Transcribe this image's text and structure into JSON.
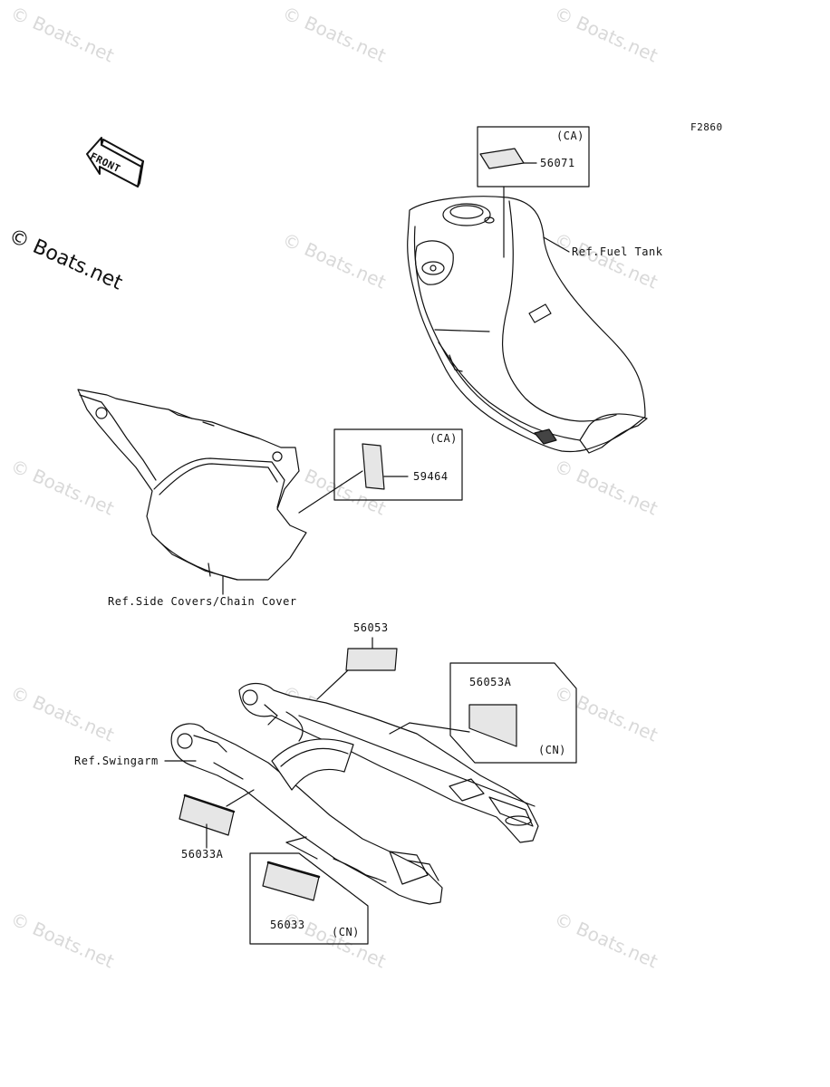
{
  "figure_code": "F2860",
  "front_arrow_label": "FRONT",
  "watermark_text": "© Boats.net",
  "fuel_tank": {
    "ref_label": "Ref.Fuel Tank",
    "part_number": "56071",
    "region": "(CA)"
  },
  "side_cover": {
    "ref_label": "Ref.Side Covers/Chain Cover",
    "part_number": "59464",
    "region": "(CA)"
  },
  "swingarm": {
    "ref_label": "Ref.Swingarm",
    "parts": [
      {
        "part_number": "56053"
      },
      {
        "part_number": "56053A",
        "region": "(CN)"
      },
      {
        "part_number": "56033A"
      },
      {
        "part_number": "56033",
        "region": "(CN)"
      }
    ]
  }
}
